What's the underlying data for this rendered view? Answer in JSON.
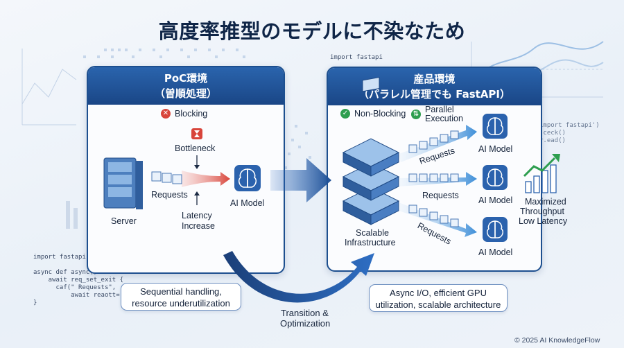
{
  "title": "高度率推型のモデルに不染なため",
  "poc": {
    "header_line1": "PoC環境",
    "header_line2": "（曽順処理）",
    "blocking": "Blocking",
    "bottleneck": "Bottleneck",
    "server": "Server",
    "requests": "Requests",
    "latency": "Latency",
    "increase": "Increase",
    "ai_model": "AI Model",
    "callout_line1": "Sequential handling,",
    "callout_line2": "resource underutilization"
  },
  "prod": {
    "header_line1": "産品環境",
    "header_line2": "（パラレル管理でも FastAPI）",
    "non_blocking": "Non-Blocking",
    "parallel_line1": "Parallel",
    "parallel_line2": "Execution",
    "requests": "Requests",
    "ai_model": "AI Model",
    "infra_line1": "Scalable",
    "infra_line2": "Infrastructure",
    "metric_line1": "Maximized",
    "metric_line2": "Throughput",
    "metric_line3": "Low Latency",
    "callout_line1": "Async I/O, efficient GPU",
    "callout_line2": "utilization, scalable architecture"
  },
  "transition_line1": "Transition &",
  "transition_line2": "Optimization",
  "code_top": "import fastapi",
  "code_left": "import fastapi\n\nasync def async():\n    await req_set_exit {\n      caf(\" Requests\",\n          await reaott=\n}",
  "code_right": "import fastapi')\n)ceck()\nr.ead()",
  "copyright": "© 2025 AI KnowledgeFlow",
  "colors": {
    "navy": "#1a4686",
    "accent_red": "#d8453b",
    "accent_green": "#2e9e4f",
    "light_blue": "#9cc3ea"
  }
}
